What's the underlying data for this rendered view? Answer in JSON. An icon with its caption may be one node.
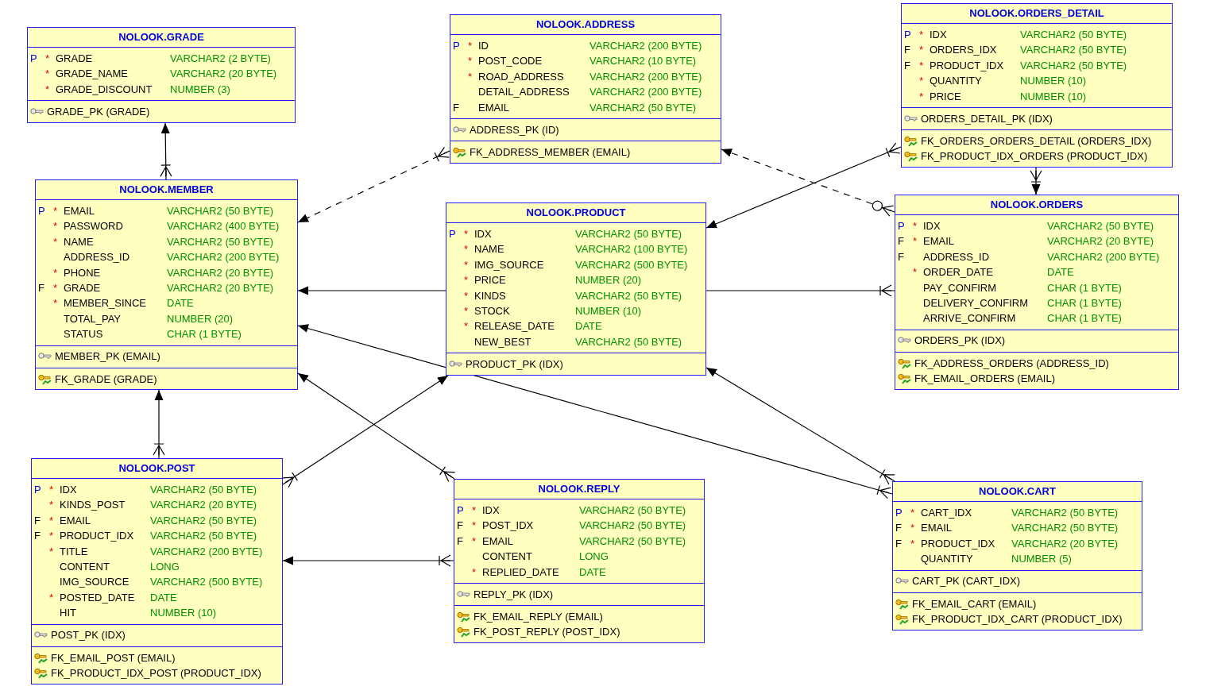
{
  "diagram": {
    "nodes": [
      {
        "text": [
          "NOLOOK.GRADE"
        ]
      },
      {
        "text": [
          "P",
          "*",
          "GRADE",
          "VARCHAR2 (2 BYTE)"
        ],
        "in": 0
      },
      {
        "text": [
          "*",
          "GRADE_NAME",
          "VARCHAR2 (20 BYTE)"
        ],
        "in": 0
      },
      {
        "text": [
          "*",
          "GRADE_DISCOUNT",
          "NUMBER (3)"
        ],
        "in": 0
      },
      {
        "text": [
          "GRADE_PK (GRADE)"
        ],
        "in": 0
      },
      {
        "text": [
          "NOLOOK.ADDRESS"
        ]
      },
      {
        "text": [
          "P",
          "*",
          "ID",
          "VARCHAR2 (200 BYTE)"
        ],
        "in": 5
      },
      {
        "text": [
          "*",
          "POST_CODE",
          "VARCHAR2 (10 BYTE)"
        ],
        "in": 5
      },
      {
        "text": [
          "*",
          "ROAD_ADDRESS",
          "VARCHAR2 (200 BYTE)"
        ],
        "in": 5
      },
      {
        "text": [
          "DETAIL_ADDRESS",
          "VARCHAR2 (200 BYTE)"
        ],
        "in": 5
      },
      {
        "text": [
          "F",
          "EMAIL",
          "VARCHAR2 (50 BYTE)"
        ],
        "in": 5
      },
      {
        "text": [
          "ADDRESS_PK (ID)"
        ],
        "in": 5
      },
      {
        "text": [
          "FK_ADDRESS_MEMBER (EMAIL)"
        ],
        "in": 5
      },
      {
        "text": [
          "NOLOOK.ORDERS_DETAIL"
        ]
      },
      {
        "text": [
          "P",
          "*",
          "IDX",
          "VARCHAR2 (50 BYTE)"
        ],
        "in": 13
      },
      {
        "text": [
          "F",
          "*",
          "ORDERS_IDX",
          "VARCHAR2 (50 BYTE)"
        ],
        "in": 13
      },
      {
        "text": [
          "F",
          "*",
          "PRODUCT_IDX",
          "VARCHAR2 (50 BYTE)"
        ],
        "in": 13
      },
      {
        "text": [
          "*",
          "QUANTITY",
          "NUMBER (10)"
        ],
        "in": 13
      },
      {
        "text": [
          "*",
          "PRICE",
          "NUMBER (10)"
        ],
        "in": 13
      },
      {
        "text": [
          "ORDERS_DETAIL_PK (IDX)"
        ],
        "in": 13
      },
      {
        "text": [
          "FK_ORDERS_ORDERS_DETAIL (ORDERS_IDX)"
        ],
        "in": 13
      },
      {
        "text": [
          "FK_PRODUCT_IDX_ORDERS (PRODUCT_IDX)"
        ],
        "in": 13
      },
      {
        "text": [
          "NOLOOK.MEMBER"
        ]
      },
      {
        "text": [
          "P",
          "*",
          "EMAIL",
          "VARCHAR2 (50 BYTE)"
        ],
        "in": 22
      },
      {
        "text": [
          "*",
          "PASSWORD",
          "VARCHAR2 (400 BYTE)"
        ],
        "in": 22
      },
      {
        "text": [
          "*",
          "NAME",
          "VARCHAR2 (50 BYTE)"
        ],
        "in": 22
      },
      {
        "text": [
          "ADDRESS_ID",
          "VARCHAR2 (200 BYTE)"
        ],
        "in": 22
      },
      {
        "text": [
          "*",
          "PHONE",
          "VARCHAR2 (20 BYTE)"
        ],
        "in": 22
      },
      {
        "text": [
          "F",
          "*",
          "GRADE",
          "VARCHAR2 (20 BYTE)"
        ],
        "in": 22
      },
      {
        "text": [
          "*",
          "MEMBER_SINCE",
          "DATE"
        ],
        "in": 22
      },
      {
        "text": [
          "TOTAL_PAY",
          "NUMBER (20)"
        ],
        "in": 22
      },
      {
        "text": [
          "STATUS",
          "CHAR (1 BYTE)"
        ],
        "in": 22
      },
      {
        "text": [
          "MEMBER_PK (EMAIL)"
        ],
        "in": 22
      },
      {
        "text": [
          "FK_GRADE (GRADE)"
        ],
        "in": 22
      },
      {
        "text": [
          "NOLOOK.PRODUCT"
        ]
      },
      {
        "text": [
          "P",
          "*",
          "IDX",
          "VARCHAR2 (50 BYTE)"
        ],
        "in": 34
      },
      {
        "text": [
          "*",
          "NAME",
          "VARCHAR2 (100 BYTE)"
        ],
        "in": 34
      },
      {
        "text": [
          "*",
          "IMG_SOURCE",
          "VARCHAR2 (500 BYTE)"
        ],
        "in": 34
      },
      {
        "text": [
          "*",
          "PRICE",
          "NUMBER (20)"
        ],
        "in": 34
      },
      {
        "text": [
          "*",
          "KINDS",
          "VARCHAR2 (50 BYTE)"
        ],
        "in": 34
      },
      {
        "text": [
          "*",
          "STOCK",
          "NUMBER (10)"
        ],
        "in": 34
      },
      {
        "text": [
          "*",
          "RELEASE_DATE",
          "DATE"
        ],
        "in": 34
      },
      {
        "text": [
          "NEW_BEST",
          "VARCHAR2 (50 BYTE)"
        ],
        "in": 34
      },
      {
        "text": [
          "PRODUCT_PK (IDX)"
        ],
        "in": 34
      },
      {
        "text": [
          "NOLOOK.ORDERS"
        ]
      },
      {
        "text": [
          "P",
          "*",
          "IDX",
          "VARCHAR2 (50 BYTE)"
        ],
        "in": 44
      },
      {
        "text": [
          "F",
          "*",
          "EMAIL",
          "VARCHAR2 (20 BYTE)"
        ],
        "in": 44
      },
      {
        "text": [
          "F",
          "ADDRESS_ID",
          "VARCHAR2 (200 BYTE)"
        ],
        "in": 44
      },
      {
        "text": [
          "*",
          "ORDER_DATE",
          "DATE"
        ],
        "in": 44
      },
      {
        "text": [
          "PAY_CONFIRM",
          "CHAR (1 BYTE)"
        ],
        "in": 44
      },
      {
        "text": [
          "DELIVERY_CONFIRM",
          "CHAR (1 BYTE)"
        ],
        "in": 44
      },
      {
        "text": [
          "ARRIVE_CONFIRM",
          "CHAR (1 BYTE)"
        ],
        "in": 44
      },
      {
        "text": [
          "ORDERS_PK (IDX)"
        ],
        "in": 44
      },
      {
        "text": [
          "FK_ADDRESS_ORDERS (ADDRESS_ID)"
        ],
        "in": 44
      },
      {
        "text": [
          "FK_EMAIL_ORDERS (EMAIL)"
        ],
        "in": 44
      },
      {
        "text": [
          "NOLOOK.POST"
        ]
      },
      {
        "text": [
          "P",
          "*",
          "IDX",
          "VARCHAR2 (50 BYTE)"
        ],
        "in": 55
      },
      {
        "text": [
          "*",
          "KINDS_POST",
          "VARCHAR2 (20 BYTE)"
        ],
        "in": 55
      },
      {
        "text": [
          "F",
          "*",
          "EMAIL",
          "VARCHAR2 (50 BYTE)"
        ],
        "in": 55
      },
      {
        "text": [
          "F",
          "*",
          "PRODUCT_IDX",
          "VARCHAR2 (50 BYTE)"
        ],
        "in": 55
      },
      {
        "text": [
          "*",
          "TITLE",
          "VARCHAR2 (200 BYTE)"
        ],
        "in": 55
      },
      {
        "text": [
          "CONTENT",
          "LONG"
        ],
        "in": 55
      },
      {
        "text": [
          "IMG_SOURCE",
          "VARCHAR2 (500 BYTE)"
        ],
        "in": 55
      },
      {
        "text": [
          "*",
          "POSTED_DATE",
          "DATE"
        ],
        "in": 55
      },
      {
        "text": [
          "HIT",
          "NUMBER (10)"
        ],
        "in": 55
      },
      {
        "text": [
          "POST_PK (IDX)"
        ],
        "in": 55
      },
      {
        "text": [
          "FK_EMAIL_POST (EMAIL)"
        ],
        "in": 55
      },
      {
        "text": [
          "FK_PRODUCT_IDX_POST (PRODUCT_IDX)"
        ],
        "in": 55
      },
      {
        "text": [
          "NOLOOK.REPLY"
        ]
      },
      {
        "text": [
          "P",
          "*",
          "IDX",
          "VARCHAR2 (50 BYTE)"
        ],
        "in": 68
      },
      {
        "text": [
          "F",
          "*",
          "POST_IDX",
          "VARCHAR2 (50 BYTE)"
        ],
        "in": 68
      },
      {
        "text": [
          "F",
          "*",
          "EMAIL",
          "VARCHAR2 (50 BYTE)"
        ],
        "in": 68
      },
      {
        "text": [
          "CONTENT",
          "LONG"
        ],
        "in": 68
      },
      {
        "text": [
          "*",
          "REPLIED_DATE",
          "DATE"
        ],
        "in": 68
      },
      {
        "text": [
          "REPLY_PK (IDX)"
        ],
        "in": 68
      },
      {
        "text": [
          "FK_EMAIL_REPLY (EMAIL)"
        ],
        "in": 68
      },
      {
        "text": [
          "FK_POST_REPLY (POST_IDX)"
        ],
        "in": 68
      },
      {
        "text": [
          "NOLOOK.CART"
        ]
      },
      {
        "text": [
          "P",
          "*",
          "CART_IDX",
          "VARCHAR2 (50 BYTE)"
        ],
        "in": 77
      },
      {
        "text": [
          "F",
          "*",
          "EMAIL",
          "VARCHAR2 (50 BYTE)"
        ],
        "in": 77
      },
      {
        "text": [
          "F",
          "*",
          "PRODUCT_IDX",
          "VARCHAR2 (20 BYTE)"
        ],
        "in": 77
      },
      {
        "text": [
          "QUANTITY",
          "NUMBER (5)"
        ],
        "in": 77
      },
      {
        "text": [
          "CART_PK (CART_IDX)"
        ],
        "in": 77
      },
      {
        "text": [
          "FK_EMAIL_CART (EMAIL)"
        ],
        "in": 77
      },
      {
        "text": [
          "FK_PRODUCT_IDX_CART (PRODUCT_IDX)"
        ],
        "in": 77
      }
    ],
    "edges": [
      {
        "from": 22,
        "to": 0,
        "arrow": "to"
      },
      {
        "from": 5,
        "to": 22,
        "arrow": "to",
        "style": "dashed"
      },
      {
        "from": 13,
        "to": 34,
        "arrow": "to"
      },
      {
        "from": 44,
        "to": 5,
        "arrow": "to",
        "style": "dashed"
      },
      {
        "from": 13,
        "to": 44,
        "arrow": "to"
      },
      {
        "from": 44,
        "to": 22,
        "arrow": "to"
      },
      {
        "from": 55,
        "to": 22,
        "arrow": "to"
      },
      {
        "from": 55,
        "to": 34,
        "arrow": "to"
      },
      {
        "from": 68,
        "to": 22,
        "arrow": "to"
      },
      {
        "from": 68,
        "to": 55,
        "arrow": "to"
      },
      {
        "from": 77,
        "to": 22,
        "arrow": "to"
      },
      {
        "from": 77,
        "to": 34,
        "arrow": "to"
      }
    ]
  }
}
